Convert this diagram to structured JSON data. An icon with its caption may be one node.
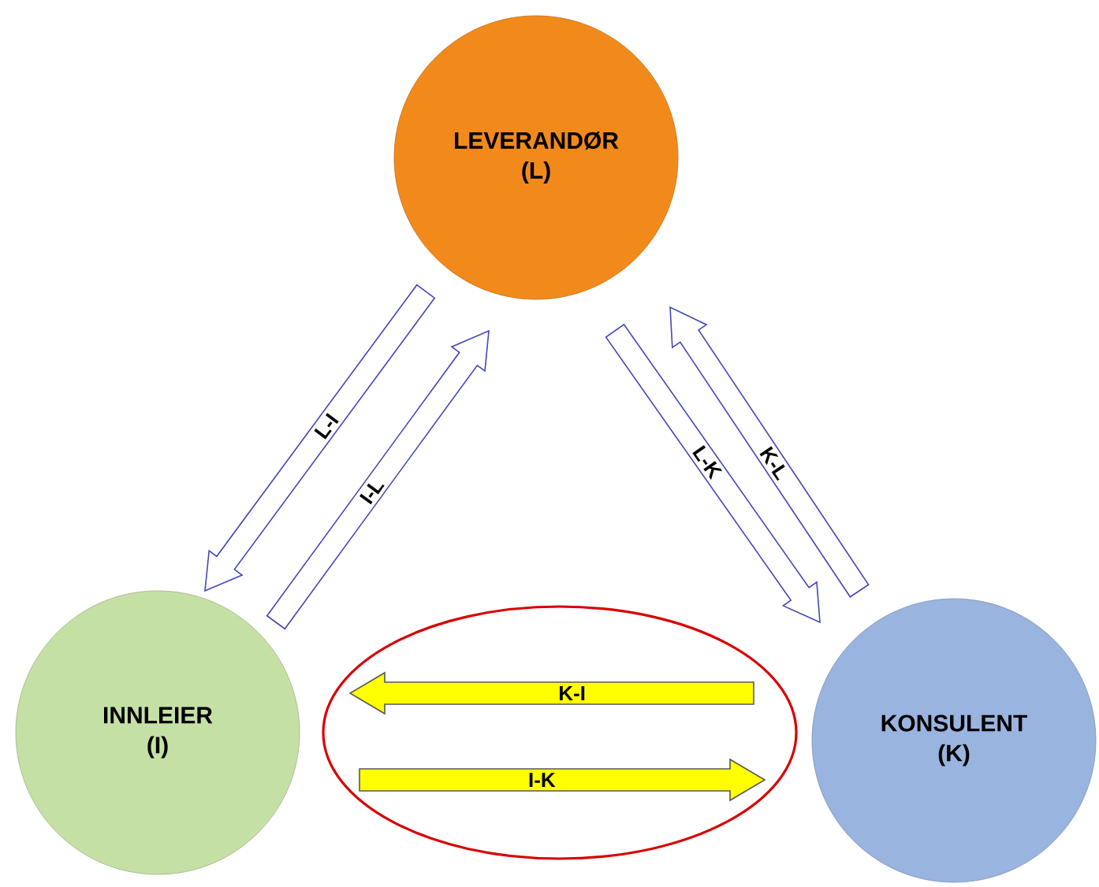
{
  "diagram": {
    "nodes": [
      {
        "text": [
          "LEVERANDØR",
          "(L)"
        ]
      },
      {
        "text": [
          "INNLEIER",
          "(I)"
        ]
      },
      {
        "text": [
          "KONSULENT",
          "(K)"
        ]
      }
    ],
    "edges": [
      {
        "from": 0,
        "to": 1,
        "arrow": "to",
        "label": "L-I"
      },
      {
        "from": 1,
        "to": 0,
        "arrow": "to",
        "label": "I-L"
      },
      {
        "from": 0,
        "to": 2,
        "arrow": "to",
        "label": "L-K"
      },
      {
        "from": 2,
        "to": 0,
        "arrow": "to",
        "label": "K-L"
      },
      {
        "from": 2,
        "to": 1,
        "arrow": "to",
        "label": "K-I",
        "color": "#ffff00"
      },
      {
        "from": 1,
        "to": 2,
        "arrow": "to",
        "label": "I-K",
        "color": "#ffff00"
      }
    ]
  }
}
